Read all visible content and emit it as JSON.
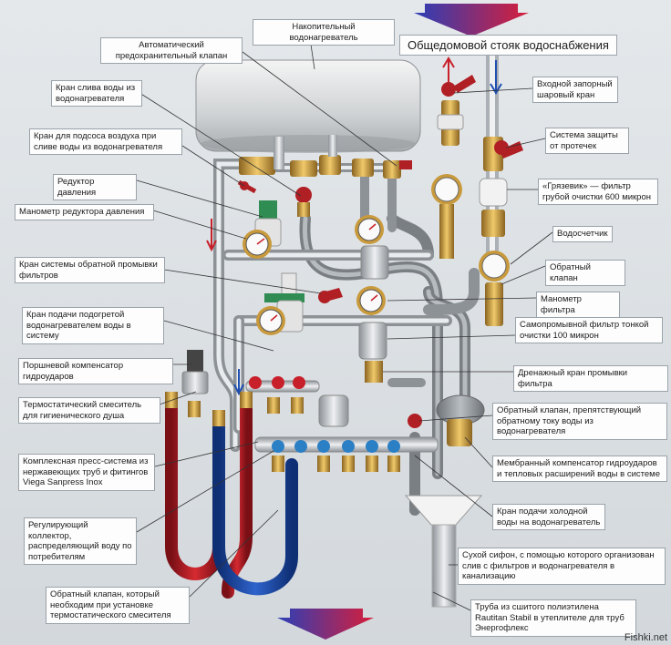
{
  "labels": {
    "storage_heater": "Накопительный водонагреватель",
    "riser": "Общедомовой стояк водоснабжения",
    "safety_valve": "Автоматический предохранительный клапан",
    "drain_tap": "Кран слива воды из водонагревателя",
    "air_tap": "Кран для подсоса воздуха при сливе воды из водонагревателя",
    "pressure_reducer": "Редуктор давления",
    "reducer_gauge": "Манометр редуктора давления",
    "backflush_tap": "Кран системы обратной промывки фильтров",
    "hot_supply_tap": "Кран подачи подогретой водонагревателем воды в систему",
    "hammer_piston": "Поршневой компенсатор гидроударов",
    "thermo_mixer": "Термостатический смеситель для гигиенического душа",
    "press_system": "Комплексная пресс-система из нержавеющих труб и фитингов Viega Sanpress Inox",
    "manifold": "Регулирующий коллектор, распределяющий воду по потребителям",
    "check_valve_mixer": "Обратный клапан, который необходим при установке термостатического смесителя",
    "inlet_ball_valve": "Входной запорный шаровый кран",
    "leak_protection": "Система защиты от протечек",
    "coarse_filter": "«Грязевик» — фильтр грубой очистки 600 микрон",
    "water_meter": "Водосчетчик",
    "check_valve": "Обратный клапан",
    "filter_gauge": "Манометр фильтра",
    "fine_filter": "Самопромывной фильтр тонкой очистки 100 микрон",
    "filter_drain_tap": "Дренажный кран промывки фильтра",
    "heater_check_valve": "Обратный клапан, препятствующий обратному току воды из водонагревателя",
    "membrane_comp": "Мембранный компенсатор гидроударов и тепловых расширений воды в системе",
    "cold_supply_tap": "Кран подачи холодной воды на водонагреватель",
    "siphon": "Сухой сифон, с помощью которого организован слив с фильтров и водонагревателя в канализацию",
    "pex_pipe": "Труба из сшитого полиэтилена Rautitan Stabil в утеплителе для труб Энергофлекс"
  },
  "watermark": "Fishki.net",
  "colors": {
    "background": "#d9dee2",
    "hot_pipe": "#c8202a",
    "cold_pipe": "#1f4fb0",
    "brass": "#c99a3c",
    "chrome": "#c4c9ce",
    "valve_handle": "#b01f24",
    "arrow_top": "#c8202a",
    "arrow_bottom": "#1f4fb0"
  }
}
